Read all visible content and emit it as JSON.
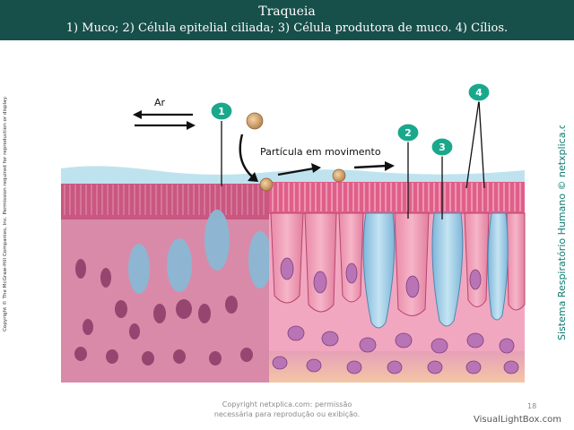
{
  "header": {
    "title": "Traqueia",
    "subtitle": "1) Muco; 2) Célula epitelial ciliada; 3) Célula produtora de muco. 4) Cílios."
  },
  "figure": {
    "air_label": "Ar",
    "particle_label": "Partícula em movimento",
    "markers": [
      "1",
      "2",
      "3",
      "4"
    ]
  },
  "side_text": {
    "left_copyright": "Copyright © The McGraw-Hill Companies, Inc. Permission required for reproduction or display.",
    "right_series": "Sistema Respiratório Humano © netxplica.com"
  },
  "footer": {
    "copyright_line1": "Copyright netxplica.com: permissão",
    "copyright_line2": "necessária para reprodução ou exibição.",
    "page_number": "18",
    "brand": "VisualLightBox.com"
  },
  "colors": {
    "header_bg": "#174f4a",
    "badge": "#1aa88c",
    "mucus": "#a8d8e8",
    "histology_pink": "#d98aa8",
    "illustration_pink": "#ef9ab5",
    "accent_text": "#0d7a70"
  }
}
